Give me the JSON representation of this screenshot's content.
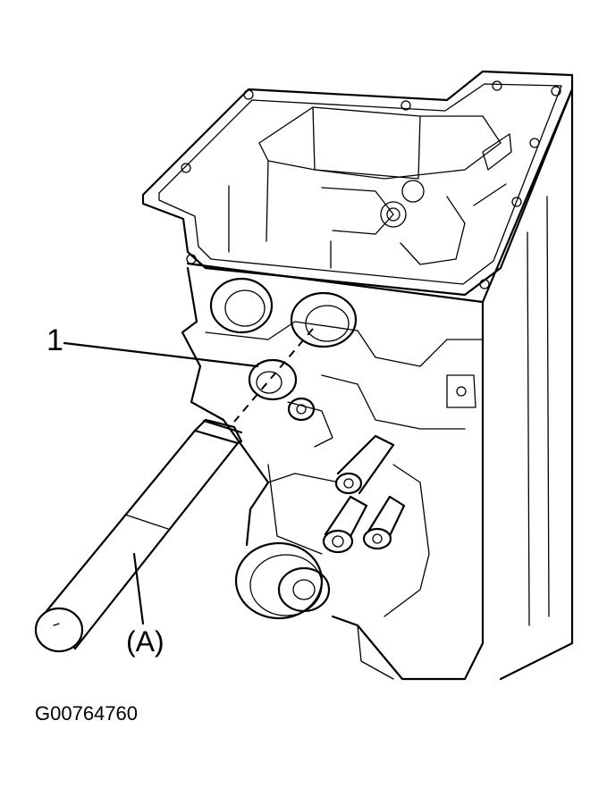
{
  "labels": {
    "part_number": "1",
    "tool_letter": "(A)",
    "figure_id": "G00764760"
  }
}
